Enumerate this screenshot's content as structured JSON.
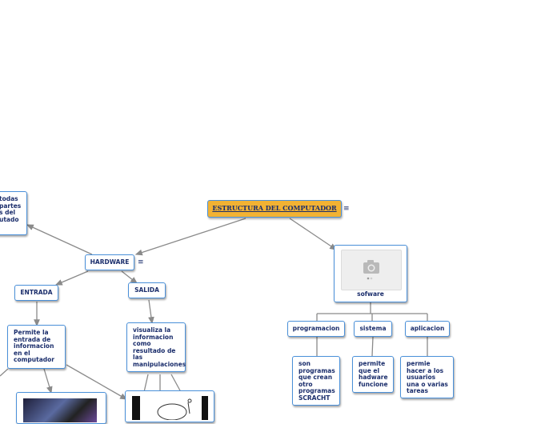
{
  "root": {
    "label": "ESTRUCTURA DEL COMPUTADOR"
  },
  "nodes": {
    "partes": "todas\npartes\ns del\nutado",
    "hardware": "HARDWARE",
    "entrada": "ENTRADA",
    "salida": "SALIDA",
    "entrada_desc": "Permite la\nentrada de\ninformacion\nen el\ncomputador",
    "salida_desc": "visualiza la\ninformacion\ncomo\nresultado de\nlas\nmanipulaciones",
    "software": "sofware",
    "programacion": "programacion",
    "sistema": "sistema",
    "aplicacion": "aplicacion",
    "programacion_desc": "son\nprogramas\nque crean\notro\nprogramas\nSCRACHT",
    "sistema_desc": "permite\nque el\nhadware\nfuncione",
    "aplicacion_desc": "permie\nhacer a los\nusuarios\nuna o varias\ntareas"
  },
  "icons": {
    "menu": "≡",
    "camera": "camera-icon"
  },
  "colors": {
    "root_fill": "#f2b233",
    "border": "#4a90d9",
    "text": "#1a2d6b",
    "connector": "#8a8a8a"
  }
}
